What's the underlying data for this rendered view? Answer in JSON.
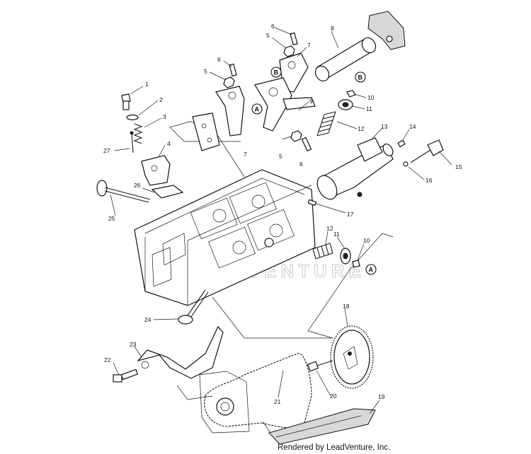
{
  "diagram": {
    "footer_credit": "Rendered by LeadVenture, Inc.",
    "watermark": "LEADVENTURE",
    "reference_markers": [
      {
        "id": "B-1",
        "letter": "B"
      },
      {
        "id": "B-2",
        "letter": "B"
      },
      {
        "id": "A-1",
        "letter": "A"
      },
      {
        "id": "A-2",
        "letter": "A"
      }
    ],
    "callouts": [
      {
        "id": "c1",
        "label": "1"
      },
      {
        "id": "c2",
        "label": "2"
      },
      {
        "id": "c3",
        "label": "3"
      },
      {
        "id": "c4",
        "label": "4"
      },
      {
        "id": "c5a",
        "label": "5"
      },
      {
        "id": "c5b",
        "label": "5"
      },
      {
        "id": "c5c",
        "label": "5"
      },
      {
        "id": "c6a",
        "label": "6"
      },
      {
        "id": "c6b",
        "label": "6"
      },
      {
        "id": "c6c",
        "label": "6"
      },
      {
        "id": "c7a",
        "label": "7"
      },
      {
        "id": "c7b",
        "label": "7"
      },
      {
        "id": "c8",
        "label": "8"
      },
      {
        "id": "c9",
        "label": "9"
      },
      {
        "id": "c10a",
        "label": "10"
      },
      {
        "id": "c10b",
        "label": "10"
      },
      {
        "id": "c11a",
        "label": "11"
      },
      {
        "id": "c11b",
        "label": "11"
      },
      {
        "id": "c12a",
        "label": "12"
      },
      {
        "id": "c12b",
        "label": "12"
      },
      {
        "id": "c13",
        "label": "13"
      },
      {
        "id": "c14",
        "label": "14"
      },
      {
        "id": "c15",
        "label": "15"
      },
      {
        "id": "c16",
        "label": "16"
      },
      {
        "id": "c17",
        "label": "17"
      },
      {
        "id": "c18",
        "label": "18"
      },
      {
        "id": "c19",
        "label": "19"
      },
      {
        "id": "c20",
        "label": "20"
      },
      {
        "id": "c21",
        "label": "21"
      },
      {
        "id": "c22",
        "label": "22"
      },
      {
        "id": "c23",
        "label": "23"
      },
      {
        "id": "c24",
        "label": "24"
      },
      {
        "id": "c25",
        "label": "25"
      },
      {
        "id": "c26",
        "label": "26"
      },
      {
        "id": "c27",
        "label": "27"
      }
    ]
  }
}
